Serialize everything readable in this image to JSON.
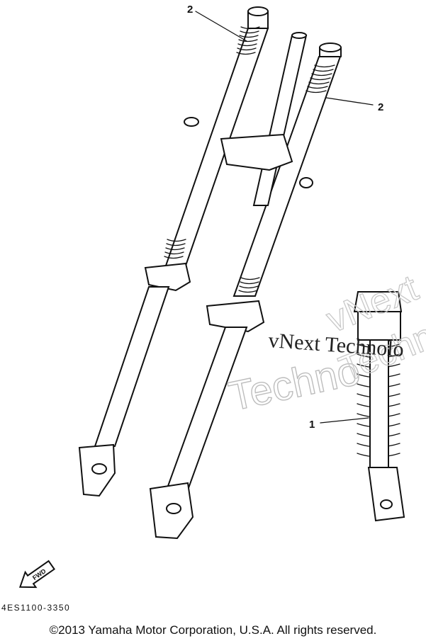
{
  "diagram": {
    "callouts": [
      {
        "id": "fork-spring-left",
        "label": "2"
      },
      {
        "id": "fork-spring-right",
        "label": "2"
      },
      {
        "id": "rear-shock",
        "label": "1"
      }
    ],
    "fwd_label": "FWD",
    "part_code": "4ES1100-3350",
    "watermark_mono": "vNext Technolo",
    "watermark_outline_1": "Techno",
    "watermark_outline_2": "vNext",
    "watermark_outline_3": "Techno"
  },
  "footer": {
    "copyright": "©2013 Yamaha Motor Corporation, U.S.A. All rights reserved."
  }
}
